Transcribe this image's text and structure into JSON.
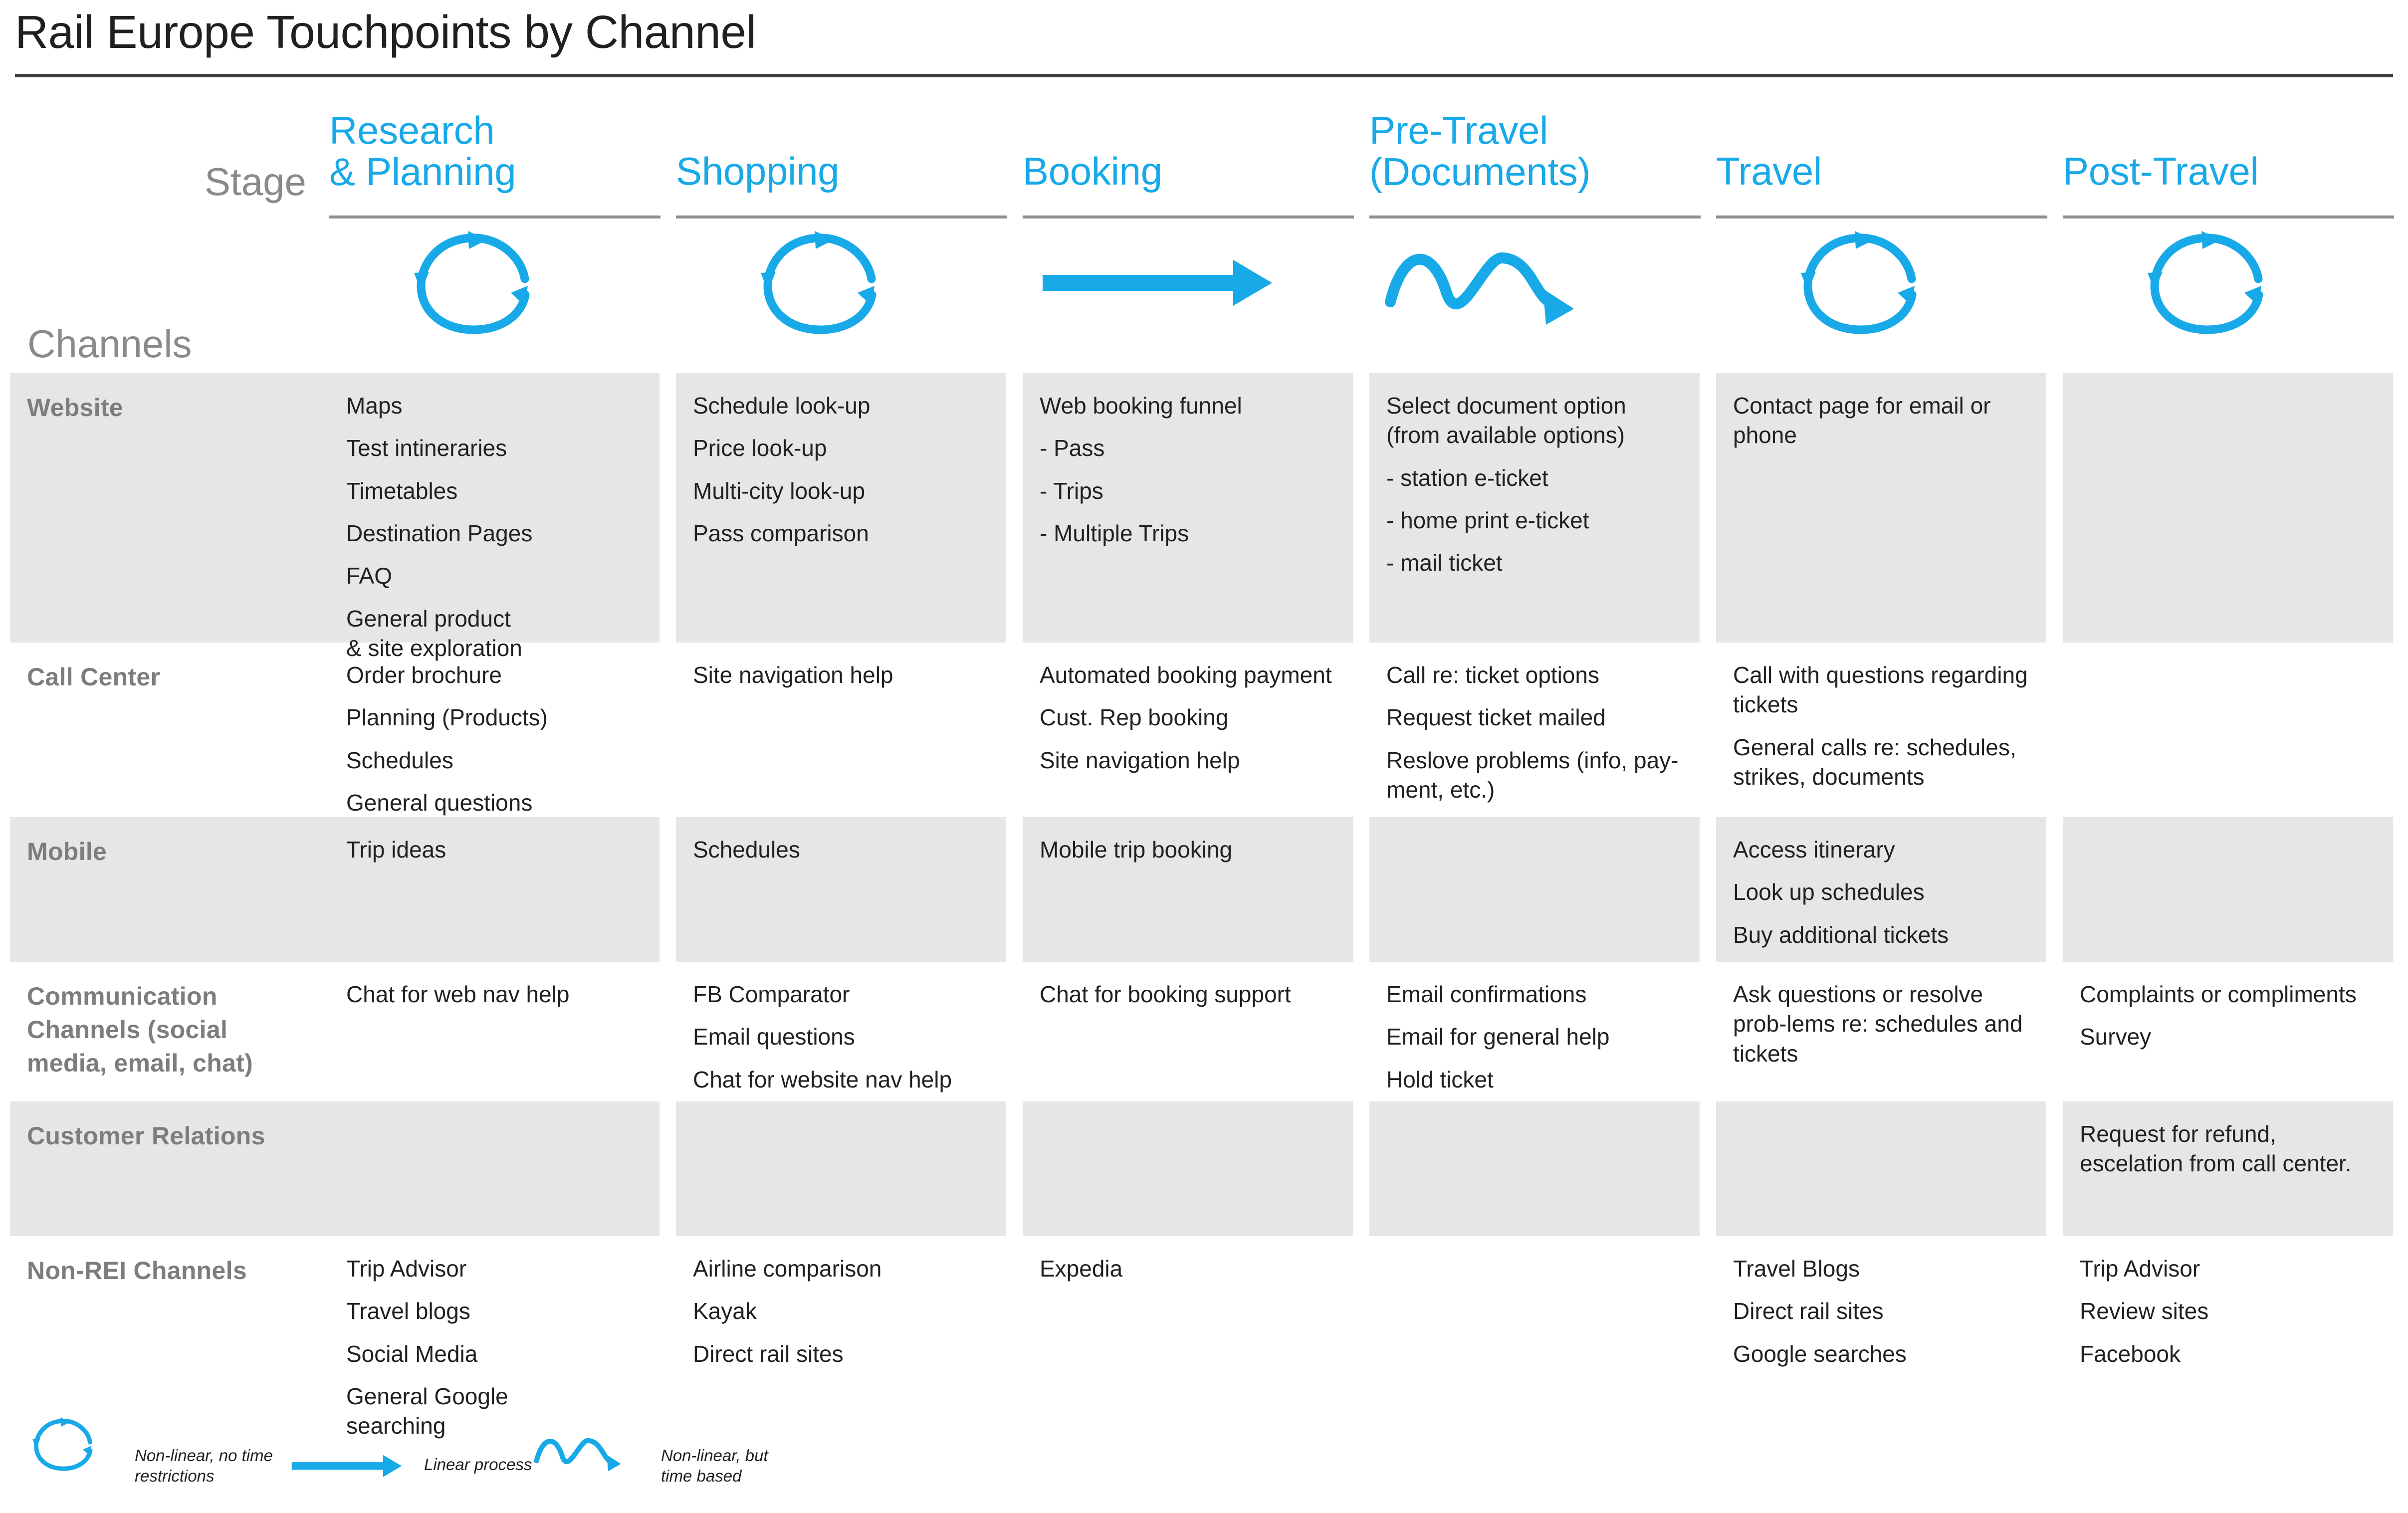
{
  "title": "Rail Europe Touchpoints by Channel",
  "axis_labels": {
    "stage": "Stage",
    "channels": "Channels"
  },
  "accent_color": "#17a9e8",
  "shade_color": "#e6e6e6",
  "stages": [
    {
      "line1": "Research",
      "line2": "& Planning",
      "icon": "circular-arrow-icon"
    },
    {
      "line1": "",
      "line2": "Shopping",
      "icon": "circular-arrow-icon"
    },
    {
      "line1": "",
      "line2": "Booking",
      "icon": "straight-arrow-icon"
    },
    {
      "line1": "Pre-Travel",
      "line2": "(Documents)",
      "icon": "wave-arrow-icon"
    },
    {
      "line1": "",
      "line2": "Travel",
      "icon": "circular-arrow-icon"
    },
    {
      "line1": "",
      "line2": "Post-Travel",
      "icon": "circular-arrow-icon"
    }
  ],
  "rows": [
    {
      "label": "Website",
      "shaded": true,
      "cells": [
        [
          "Maps",
          "Test intineraries",
          "Timetables",
          "Destination Pages",
          "FAQ",
          "General product\n& site exploration"
        ],
        [
          "Schedule look-up",
          "Price look-up",
          "Multi-city look-up",
          "Pass comparison"
        ],
        [
          "Web booking funnel",
          "- Pass",
          "- Trips",
          "- Multiple Trips"
        ],
        [
          "Select document option (from available options)",
          "- station e-ticket",
          "- home print e-ticket",
          "- mail ticket"
        ],
        [
          "Contact page for email or phone"
        ],
        []
      ]
    },
    {
      "label": "Call Center",
      "shaded": false,
      "cells": [
        [
          "Order brochure",
          "Planning (Products)",
          "Schedules",
          "General questions"
        ],
        [
          "Site navigation help"
        ],
        [
          "Automated booking payment",
          "Cust. Rep booking",
          "Site navigation help"
        ],
        [
          "Call re: ticket options",
          "Request ticket mailed",
          "Reslove problems (info, pay-ment, etc.)"
        ],
        [
          "Call with questions regarding tickets",
          "General calls re: schedules, strikes, documents"
        ],
        []
      ]
    },
    {
      "label": "Mobile",
      "shaded": true,
      "cells": [
        [
          "Trip ideas"
        ],
        [
          "Schedules"
        ],
        [
          "Mobile trip booking"
        ],
        [],
        [
          "Access itinerary",
          "Look up schedules",
          "Buy additional tickets"
        ],
        []
      ]
    },
    {
      "label": "Communication Channels (social media, email, chat)",
      "shaded": false,
      "cells": [
        [
          "Chat for web nav help"
        ],
        [
          "FB Comparator",
          "Email questions",
          "Chat for website nav help"
        ],
        [
          "Chat for booking support"
        ],
        [
          "Email confirmations",
          "Email for general help",
          "Hold ticket"
        ],
        [
          "Ask questions or resolve prob-lems re: schedules and tickets"
        ],
        [
          "Complaints or compliments",
          "Survey"
        ]
      ]
    },
    {
      "label": "Customer Relations",
      "shaded": true,
      "cells": [
        [],
        [],
        [],
        [],
        [],
        [
          "Request for refund, escelation from call center."
        ]
      ]
    },
    {
      "label": "Non-REI Channels",
      "shaded": false,
      "cells": [
        [
          "Trip Advisor",
          "Travel blogs",
          "Social Media",
          "General Google\nsearching"
        ],
        [
          "Airline comparison",
          "Kayak",
          "Direct rail sites"
        ],
        [
          "Expedia"
        ],
        [],
        [
          "Travel Blogs",
          "Direct rail sites",
          "Google searches"
        ],
        [
          "Trip Advisor",
          "Review sites",
          "Facebook"
        ]
      ]
    }
  ],
  "legend": [
    {
      "icon": "circular-arrow-icon",
      "text": "Non-linear, no time\nrestrictions"
    },
    {
      "icon": "straight-arrow-icon",
      "text": "Linear process"
    },
    {
      "icon": "wave-arrow-icon",
      "text": "Non-linear, but\ntime based"
    }
  ]
}
